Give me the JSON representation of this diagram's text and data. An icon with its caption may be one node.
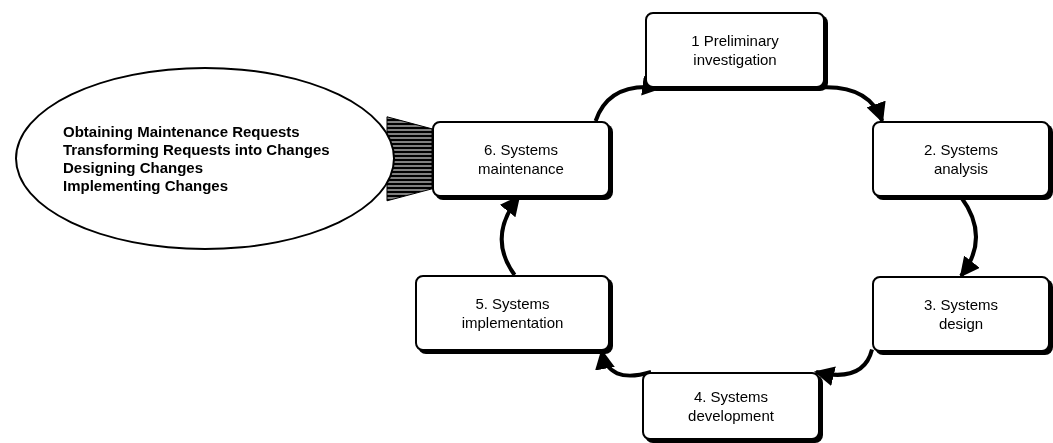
{
  "diagram": {
    "nodes": [
      {
        "text": [
          "1 Preliminary investigation"
        ]
      },
      {
        "text": [
          "2. Systems analysis"
        ]
      },
      {
        "text": [
          "3. Systems design"
        ]
      },
      {
        "text": [
          "4. Systems development"
        ]
      },
      {
        "text": [
          "5. Systems implementation"
        ]
      },
      {
        "text": [
          "6. Systems maintenance"
        ]
      },
      {
        "text": [
          "Obtaining Maintenance Requests",
          "Transforming Requests into Changes",
          "Designing Changes",
          "Implementing Changes"
        ]
      }
    ],
    "edges": [
      {
        "from": 0,
        "to": 1,
        "arrow": "to"
      },
      {
        "from": 1,
        "to": 2,
        "arrow": "to"
      },
      {
        "from": 2,
        "to": 3,
        "arrow": "to"
      },
      {
        "from": 3,
        "to": 4,
        "arrow": "to"
      },
      {
        "from": 4,
        "to": 5,
        "arrow": "to"
      },
      {
        "from": 5,
        "to": 0,
        "arrow": "to"
      },
      {
        "from": 6,
        "to": 5,
        "arrow": "none",
        "style": "thick"
      }
    ]
  }
}
